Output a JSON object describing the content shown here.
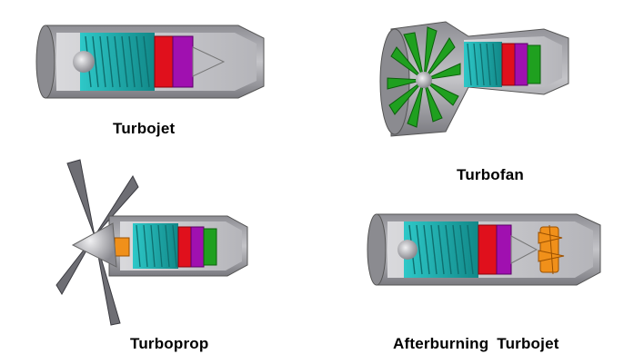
{
  "labels": {
    "turbojet": "Turbojet",
    "turbofan": "Turbofan",
    "turboprop": "Turboprop",
    "afterburning": "Afterburning  Turbojet"
  },
  "colors": {
    "casing": "#a9a9ad",
    "casing_dark": "#6c6c72",
    "compressor": "#20b2b2",
    "compressor_dark": "#138585",
    "combustor_red": "#e0101c",
    "turbine_purple": "#a010b0",
    "fan_green": "#1fa01f",
    "afterburner_orange": "#f0901a",
    "spinner": "#c8c8cc"
  }
}
